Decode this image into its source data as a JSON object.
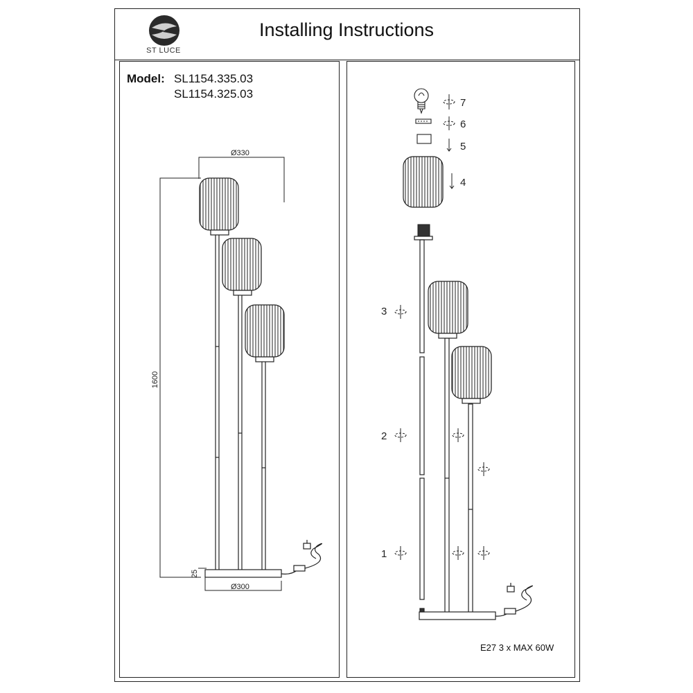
{
  "header": {
    "brand": "ST LUCE",
    "title": "Installing Instructions"
  },
  "model": {
    "label": "Model:",
    "numbers": [
      "SL1154.335.03",
      "SL1154.325.03"
    ]
  },
  "dimensions": {
    "shade_diameter": "Ø330",
    "height": "1600",
    "base_height": "25",
    "base_diameter": "Ø300"
  },
  "steps": {
    "top": [
      "7",
      "6",
      "5",
      "4"
    ],
    "side": [
      "3",
      "2",
      "1"
    ]
  },
  "spec": "E27 3 x MAX 60W"
}
